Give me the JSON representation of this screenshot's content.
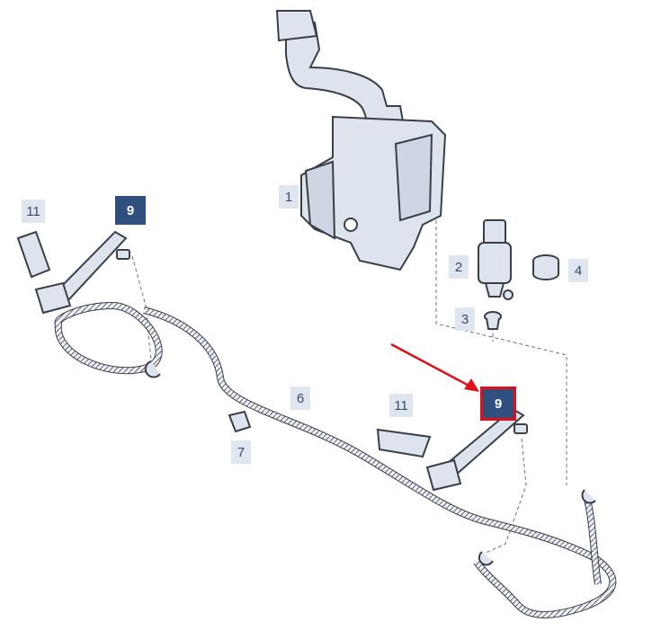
{
  "colors": {
    "callout_bg": "#dfe6ef",
    "callout_text": "#3a4a6a",
    "highlight_bg": "#2f4f7f",
    "highlight_text": "#ffffff",
    "selection": "#e0101a",
    "part_fill": "#dde4ee",
    "part_stroke": "#3a3f48"
  },
  "parts": [
    {
      "id": "c1",
      "label": "1",
      "part": "washer-fluid-reservoir"
    },
    {
      "id": "c2",
      "label": "2",
      "part": "washer-pump"
    },
    {
      "id": "c3",
      "label": "3",
      "part": "grommet"
    },
    {
      "id": "c4",
      "label": "4",
      "part": "seal-ring"
    },
    {
      "id": "c6",
      "label": "6",
      "part": "hose-line"
    },
    {
      "id": "c7",
      "label": "7",
      "part": "hose-clip"
    },
    {
      "id": "c11a",
      "label": "11",
      "part": "nozzle-cap-left"
    },
    {
      "id": "c9a",
      "label": "9",
      "part": "washer-jet-left",
      "highlight": true
    },
    {
      "id": "c11b",
      "label": "11",
      "part": "nozzle-cap-right"
    },
    {
      "id": "c9b",
      "label": "9",
      "part": "washer-jet-right",
      "highlight": true,
      "selected": true
    }
  ],
  "annotation": {
    "type": "arrow",
    "target": "c9b",
    "color": "#e0101a"
  }
}
